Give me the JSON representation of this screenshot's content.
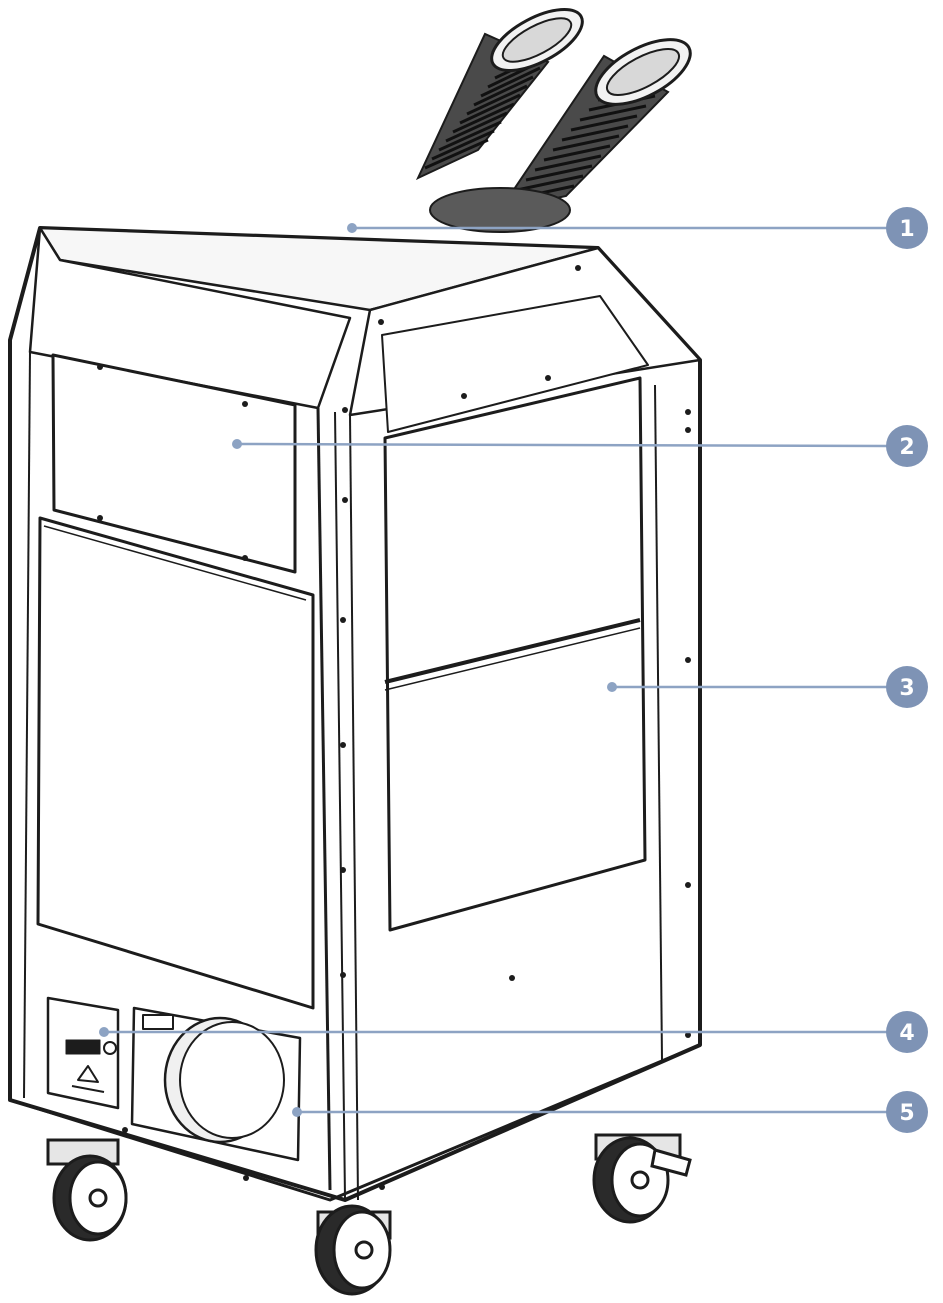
{
  "callouts": [
    {
      "label": "1",
      "part": "top-air-intake-collar"
    },
    {
      "label": "2",
      "part": "upper-side-panel"
    },
    {
      "label": "3",
      "part": "side-filter-panel"
    },
    {
      "label": "4",
      "part": "control-panel"
    },
    {
      "label": "5",
      "part": "rear-exhaust-port"
    }
  ],
  "colors": {
    "outline": "#1c1c1c",
    "panel_fill": "#ffffff",
    "shade": "#e6e6e6",
    "hose": "#3a3a3a",
    "leader_line": "#8da3c3",
    "badge_fill": "#7e93b5",
    "badge_text": "#ffffff"
  }
}
